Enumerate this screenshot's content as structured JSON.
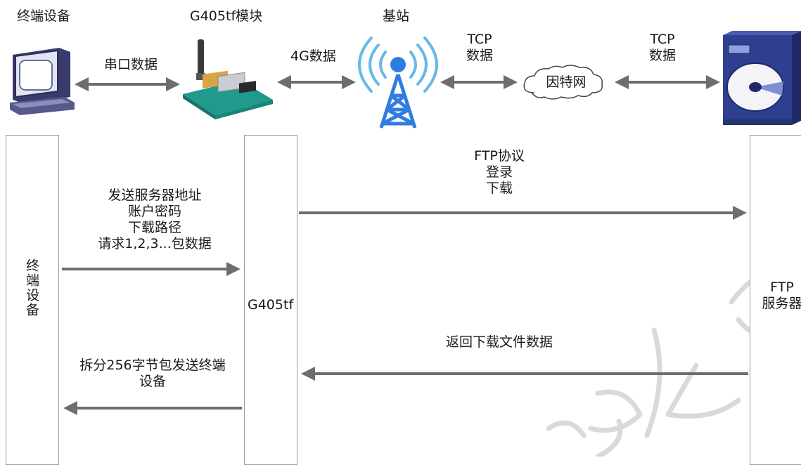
{
  "top_labels": {
    "terminal": "终端设备",
    "module": "G405tf模块",
    "base_station": "基站"
  },
  "links": {
    "serial": "串口数据",
    "fourg": "4G数据",
    "tcp_left": [
      "TCP",
      "数据"
    ],
    "tcp_right": [
      "TCP",
      "数据"
    ],
    "internet": "因特网"
  },
  "lanes": {
    "terminal": "终端设备",
    "g405tf": "G405tf",
    "ftp_server": [
      "FTP",
      "服务器"
    ]
  },
  "messages": {
    "request": [
      "发送服务器地址",
      "账户密码",
      "下载路径",
      "请求1,2,3...包数据"
    ],
    "ftp": [
      "FTP协议",
      "登录",
      "下载"
    ],
    "return": "返回下载文件数据",
    "split": [
      "拆分256字节包发送终端",
      "设备"
    ]
  },
  "icons": [
    "computer-icon",
    "4g-module-icon",
    "cell-tower-icon",
    "internet-cloud-icon",
    "server-icon"
  ],
  "colors": {
    "arrow": "#6e6e6e",
    "lane_border": "#9a9a9a",
    "tower": "#2f7de1",
    "signal": "#68b8e8",
    "board": "#1f9a8c",
    "server": "#2f3f8f"
  }
}
